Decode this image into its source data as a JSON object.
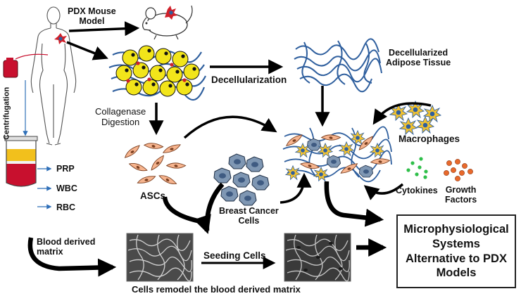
{
  "labels": {
    "pdx_mouse_model": "PDX Mouse\nModel",
    "decellularized_adipose": "Decellularized\nAdipose Tissue",
    "decellularization": "Decellularization",
    "collagenase_digestion": "Collagenase\nDigestion",
    "centrifugation": "Centrifugation",
    "macrophages": "Macrophages",
    "ascs": "ASCs",
    "prp": "PRP",
    "wbc": "WBC",
    "rbc": "RBC",
    "cytokines": "Cytokines",
    "growth_factors": "Growth\nFactors",
    "breast_cancer_cells": "Breast Cancer\nCells",
    "blood_derived_matrix": "Blood derived\nmatrix",
    "seeding_cells": "Seeding Cells",
    "footer": "Cells remodel the blood derived matrix",
    "result": "Microphysiological\nSystems\nAlternative to PDX\nModels"
  },
  "colors": {
    "fibers": "#2f5f9e",
    "adipocyte": "#f2e51a",
    "asc": "#f6b48e",
    "cancer_cell": "#7f97b3",
    "macrophage": "#f1c232",
    "cytokine": "#2fbf4a",
    "growth_factor": "#e8692b",
    "prp": "#f2c01c",
    "rbc": "#c8102e",
    "blood_bag": "#c8102e"
  }
}
